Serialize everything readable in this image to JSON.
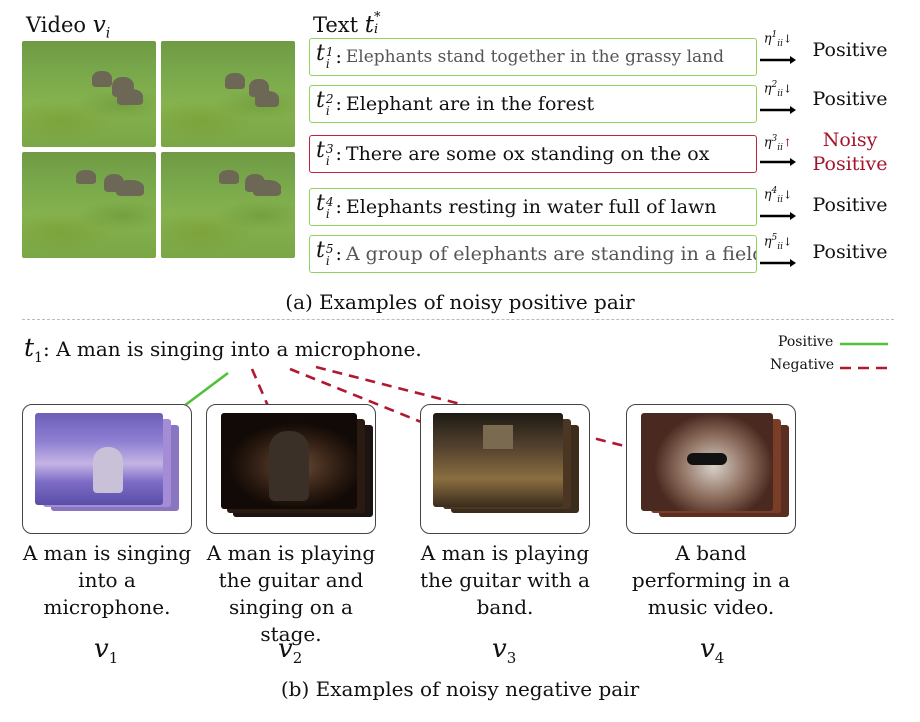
{
  "part_a": {
    "video_header": "Video",
    "video_symbol": "v",
    "video_symbol_sub": "i",
    "text_header": "Text",
    "text_symbol": "t",
    "text_symbol_sup": "*",
    "text_symbol_sub": "i",
    "rows": [
      {
        "sup": "1",
        "sub": "i",
        "text": "Elephants stand together in the grassy land",
        "eta": "η",
        "eta_sup": "1",
        "eta_sub": "ii",
        "trend": "↓",
        "label": "Positive",
        "noisy": false
      },
      {
        "sup": "2",
        "sub": "i",
        "text": "Elephant are in the forest",
        "eta": "η",
        "eta_sup": "2",
        "eta_sub": "ii",
        "trend": "↓",
        "label": "Positive",
        "noisy": false
      },
      {
        "sup": "3",
        "sub": "i",
        "text": "There are some ox standing on the ox",
        "eta": "η",
        "eta_sup": "3",
        "eta_sub": "ii",
        "trend": "↑",
        "label_line1": "Noisy",
        "label_line2": "Positive",
        "noisy": true
      },
      {
        "sup": "4",
        "sub": "i",
        "text": "Elephants resting in water full of lawn",
        "eta": "η",
        "eta_sup": "4",
        "eta_sub": "ii",
        "trend": "↓",
        "label": "Positive",
        "noisy": false
      },
      {
        "sup": "5",
        "sub": "i",
        "text": "A group of elephants are standing in a field",
        "eta": "η",
        "eta_sup": "5",
        "eta_sub": "ii",
        "trend": "↓",
        "label": "Positive",
        "noisy": false
      }
    ],
    "caption": "(a) Examples of noisy positive pair"
  },
  "part_b": {
    "query_symbol": "t",
    "query_sub": "1",
    "query_text": ": A man is singing into a microphone.",
    "legend": {
      "positive": "Positive",
      "negative": "Negative"
    },
    "videos": [
      {
        "caption": "A man is singing into a microphone.",
        "symbol": "v",
        "sub": "1"
      },
      {
        "caption": "A man is playing the guitar and singing on a stage.",
        "symbol": "v",
        "sub": "2"
      },
      {
        "caption": "A man is playing the guitar with a band.",
        "symbol": "v",
        "sub": "3"
      },
      {
        "caption": "A band performing in a music video.",
        "symbol": "v",
        "sub": "4"
      }
    ],
    "caption": "(b) Examples of noisy negative pair"
  },
  "colors": {
    "positive": "#4fc23a",
    "negative": "#b0182f",
    "box_positive_border": "#8fd35f",
    "box_noisy_border": "#c0213b"
  }
}
